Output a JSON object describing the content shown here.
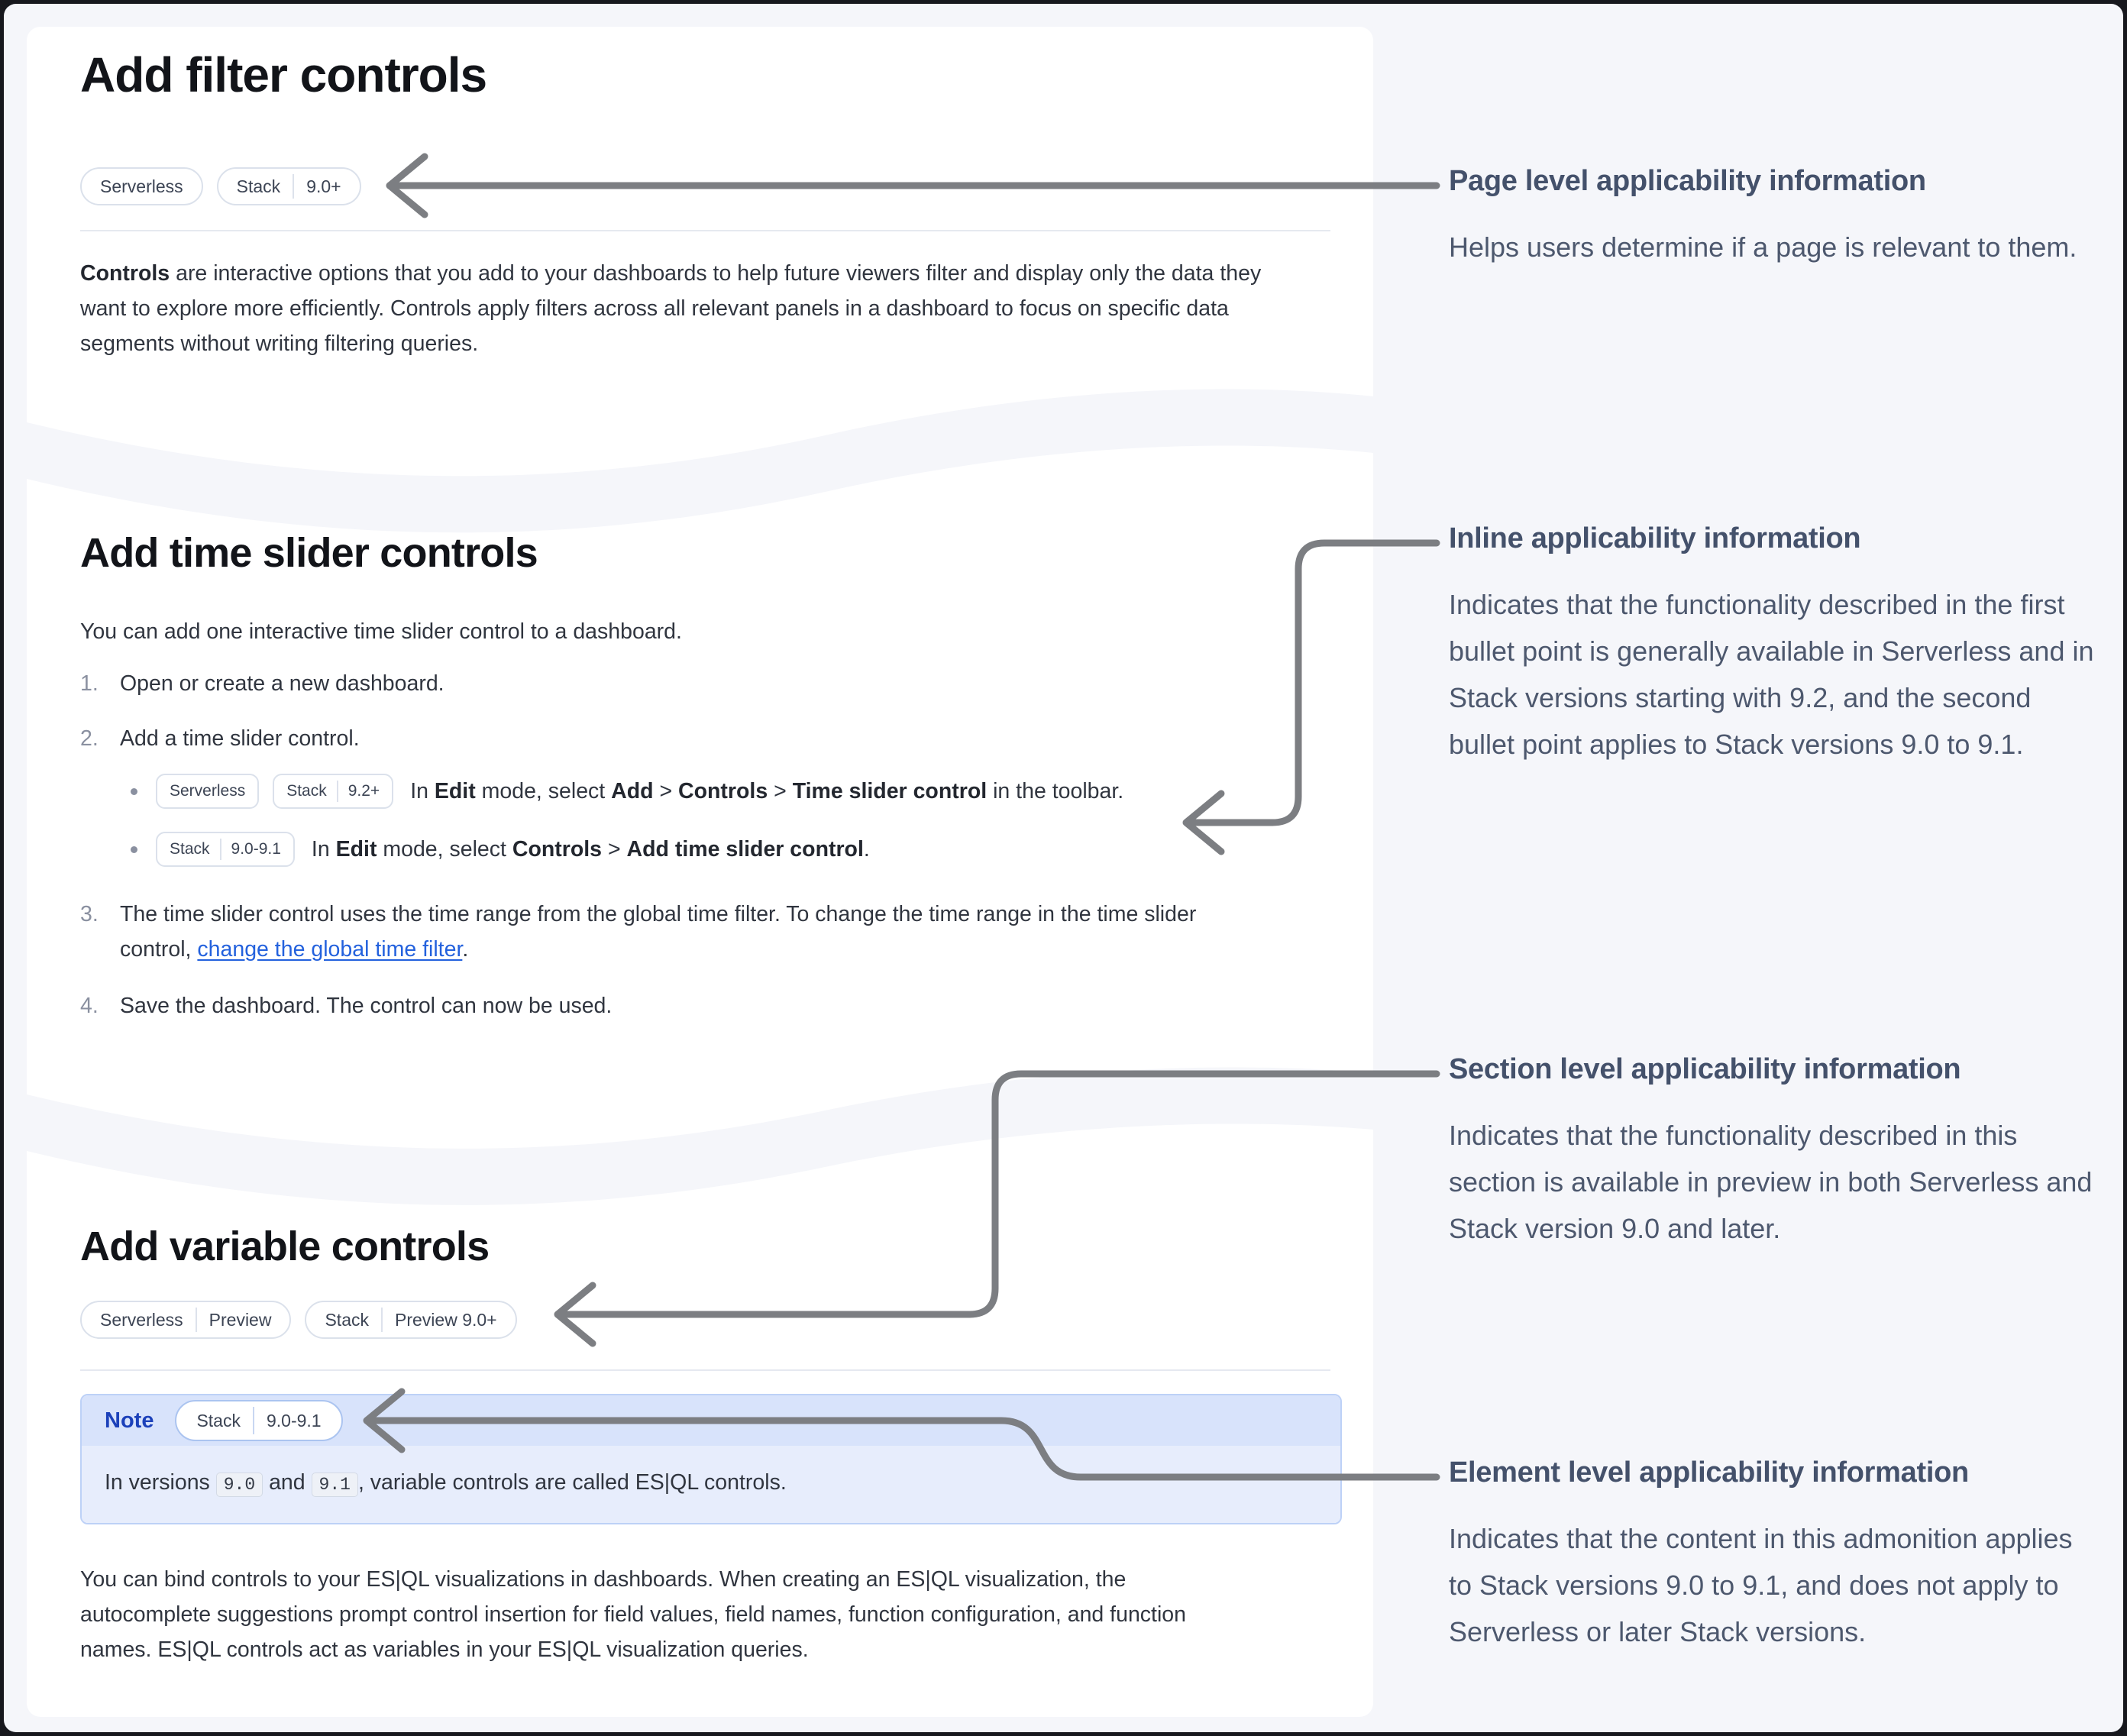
{
  "colors": {
    "page_bg": "#f5f6fa",
    "card_bg": "#ffffff",
    "arrow_gray": "#7c7e82",
    "link_blue": "#2361dd",
    "note_label_blue": "#1c41ba",
    "note_header_bg": "#d8e3fb",
    "note_body_bg": "#e7edfc"
  },
  "section_filter": {
    "title": "Add filter controls",
    "badges": [
      [
        "Serverless"
      ],
      [
        "Stack",
        "9.0+"
      ]
    ],
    "intro": [
      {
        "b": "Controls"
      },
      {
        "t": " are interactive options that you add to your dashboards to help future viewers filter and display only the data they want to explore more efficiently. Controls apply filters across all relevant panels in a dashboard to focus on specific data segments without writing filtering queries."
      }
    ]
  },
  "section_time_slider": {
    "title": "Add time slider controls",
    "lead": "You can add one interactive time slider control to a dashboard.",
    "steps": [
      {
        "num": "1.",
        "parts": [
          {
            "t": "Open or create a new dashboard."
          }
        ]
      },
      {
        "num": "2.",
        "parts": [
          {
            "t": "Add a time slider control."
          }
        ]
      },
      {
        "num": "3.",
        "parts": [
          {
            "t": "The time slider control uses the time range from the global time filter. To change the time range in the time slider control, "
          },
          {
            "a": "change the global time filter"
          },
          {
            "t": "."
          }
        ]
      },
      {
        "num": "4.",
        "parts": [
          {
            "t": "Save the dashboard. The control can now be used."
          }
        ]
      }
    ],
    "substeps": [
      {
        "badges": [
          [
            "Serverless"
          ],
          [
            "Stack",
            "9.2+"
          ]
        ],
        "parts": [
          {
            "t": "In "
          },
          {
            "b": "Edit"
          },
          {
            "t": " mode, select "
          },
          {
            "b": "Add"
          },
          {
            "t": " > "
          },
          {
            "b": "Controls"
          },
          {
            "t": " > "
          },
          {
            "b": "Time slider control"
          },
          {
            "t": " in the toolbar."
          }
        ]
      },
      {
        "badges": [
          [
            "Stack",
            "9.0-9.1"
          ]
        ],
        "parts": [
          {
            "t": "In "
          },
          {
            "b": "Edit"
          },
          {
            "t": " mode, select "
          },
          {
            "b": "Controls"
          },
          {
            "t": " > "
          },
          {
            "b": "Add time slider control"
          },
          {
            "t": "."
          }
        ]
      }
    ]
  },
  "section_variable": {
    "title": "Add variable controls",
    "badges": [
      [
        "Serverless",
        "Preview"
      ],
      [
        "Stack",
        "Preview 9.0+"
      ]
    ],
    "note": {
      "label": "Note",
      "badges": [
        [
          "Stack",
          "9.0-9.1"
        ]
      ],
      "parts": [
        {
          "t": "In versions "
        },
        {
          "c": "9.0"
        },
        {
          "t": " and "
        },
        {
          "c": "9.1"
        },
        {
          "t": ", variable controls are called ES|QL controls."
        }
      ]
    },
    "outro": [
      {
        "t": "You can bind controls to your ES|QL visualizations in dashboards. When creating an ES|QL visualization, the autocomplete suggestions prompt control insertion for field values, field names, function configuration, and function names. ES|QL controls act as variables in your ES|QL visualization queries."
      }
    ]
  },
  "annotations": [
    {
      "heading": "Page level applicability information",
      "body": "Helps users determine if a page is relevant to them."
    },
    {
      "heading": "Inline applicability information",
      "body": "Indicates that the functionality described in the first bullet point is generally available in Serverless and in Stack versions starting with 9.2, and the second bullet point applies to Stack versions 9.0 to 9.1."
    },
    {
      "heading": "Section level applicability information",
      "body": "Indicates that the functionality described in this section is available in preview in both Serverless and Stack version 9.0 and later."
    },
    {
      "heading": "Element level applicability information",
      "body": "Indicates that the content in this admonition applies to Stack versions 9.0 to 9.1, and does not apply to Serverless or later Stack versions."
    }
  ]
}
